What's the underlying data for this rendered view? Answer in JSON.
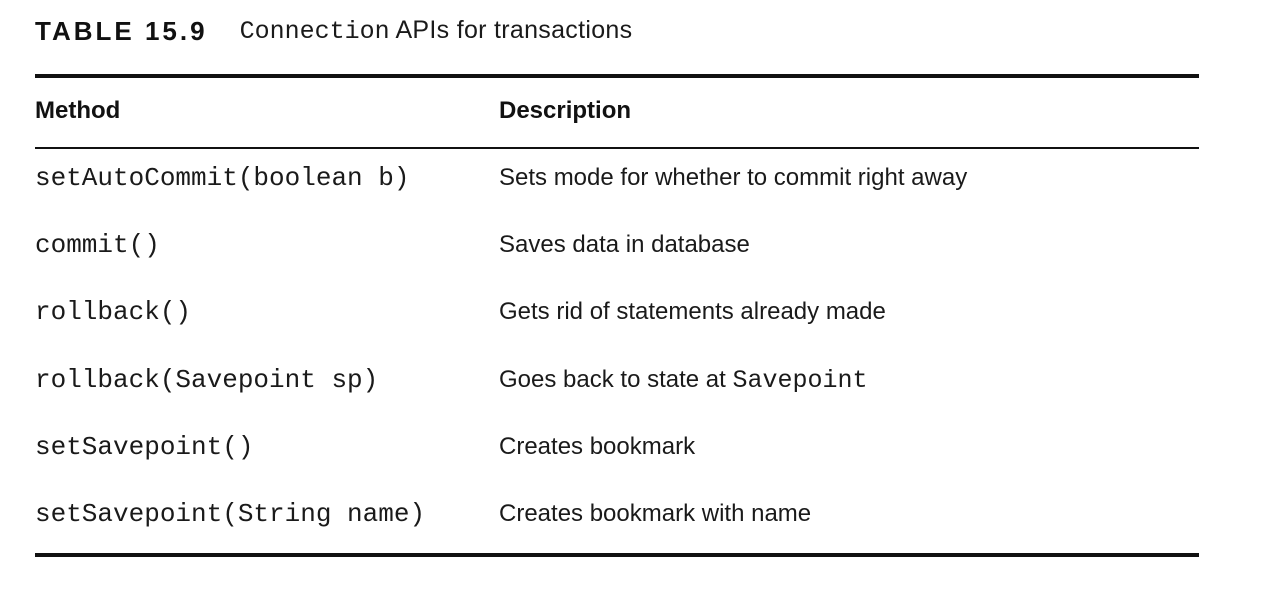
{
  "caption": {
    "label": "TABLE 15.9",
    "title_code": "Connection",
    "title_rest": " APIs for transactions"
  },
  "table": {
    "headers": {
      "method": "Method",
      "description": "Description"
    },
    "rows": [
      {
        "method": "setAutoCommit(boolean b)",
        "description": "Sets mode for whether to commit right away",
        "description_code": ""
      },
      {
        "method": "commit()",
        "description": "Saves data in database",
        "description_code": ""
      },
      {
        "method": "rollback()",
        "description": "Gets rid of statements already made",
        "description_code": ""
      },
      {
        "method": "rollback(Savepoint sp)",
        "description": "Goes back to state at ",
        "description_code": "Savepoint"
      },
      {
        "method": "setSavepoint()",
        "description": "Creates bookmark",
        "description_code": ""
      },
      {
        "method": "setSavepoint(String name)",
        "description": "Creates bookmark with name",
        "description_code": ""
      }
    ]
  }
}
